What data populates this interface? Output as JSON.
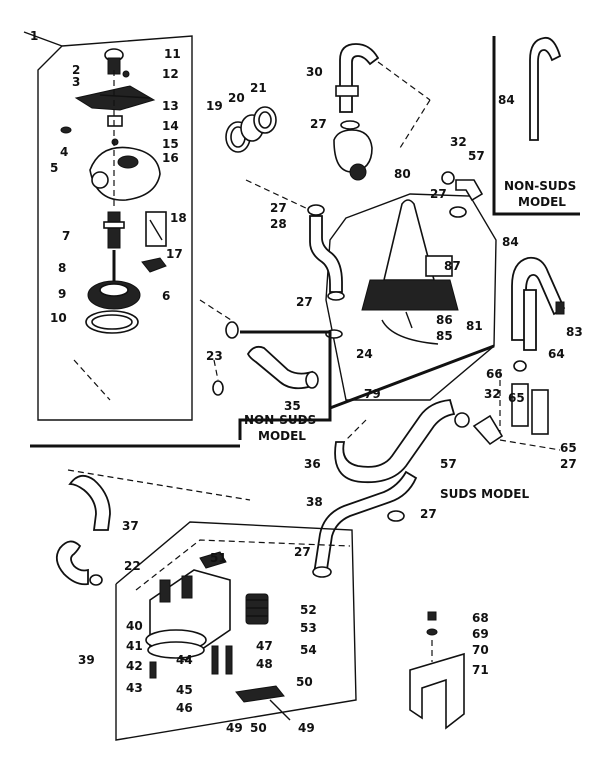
{
  "diagram": {
    "callouts": [
      "1",
      "2",
      "3",
      "4",
      "5",
      "6",
      "7",
      "8",
      "9",
      "10",
      "11",
      "12",
      "13",
      "14",
      "15",
      "16",
      "17",
      "18",
      "19",
      "20",
      "21",
      "22",
      "23",
      "24",
      "27",
      "28",
      "30",
      "32",
      "35",
      "36",
      "37",
      "38",
      "39",
      "40",
      "41",
      "42",
      "43",
      "44",
      "45",
      "46",
      "47",
      "48",
      "49",
      "50",
      "51",
      "52",
      "53",
      "54",
      "57",
      "64",
      "65",
      "66",
      "68",
      "69",
      "70",
      "71",
      "79",
      "80",
      "81",
      "83",
      "84",
      "85",
      "86",
      "87"
    ],
    "labels": {
      "non_suds_model_top": [
        "NON-SUDS",
        "MODEL"
      ],
      "non_suds_model_center": [
        "NON-SUDS",
        "MODEL"
      ],
      "suds_model": "SUDS MODEL"
    }
  }
}
